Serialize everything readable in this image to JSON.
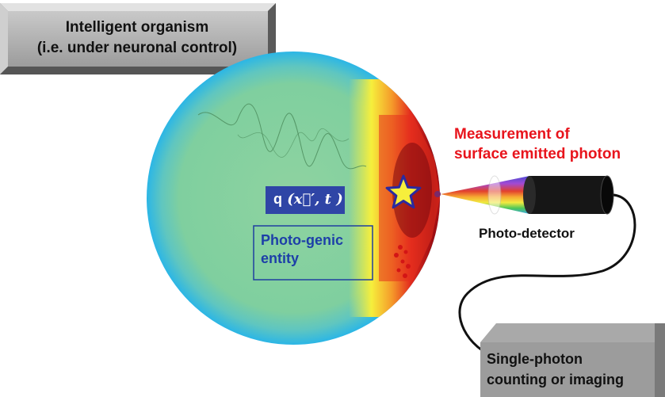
{
  "organism_box": {
    "line1": "Intelligent organism",
    "line2": "(i.e. under neuronal control)"
  },
  "measurement": {
    "line1": "Measurement of",
    "line2": "surface emitted photon"
  },
  "detector_label": "Photo-detector",
  "entity": {
    "line1": "Photo-genic",
    "line2": "entity"
  },
  "quantity": {
    "symbol": "q",
    "argument": "(x⃗′, t )"
  },
  "counting_box": {
    "line1": "Single-photon",
    "line2": "counting or imaging"
  },
  "colors": {
    "measurement_text": "#e8141c",
    "entity_text": "#1d3fa8",
    "quantity_box": "#2f45a6",
    "organism_fill": "#7fcf9a",
    "organism_edge": "#2bb6e6",
    "hotspot": "#d10f17",
    "star": "#f6ef3c",
    "detector": "#111111"
  },
  "icons": [
    "star-icon",
    "lens-icon",
    "detector-icon",
    "cable-icon"
  ]
}
